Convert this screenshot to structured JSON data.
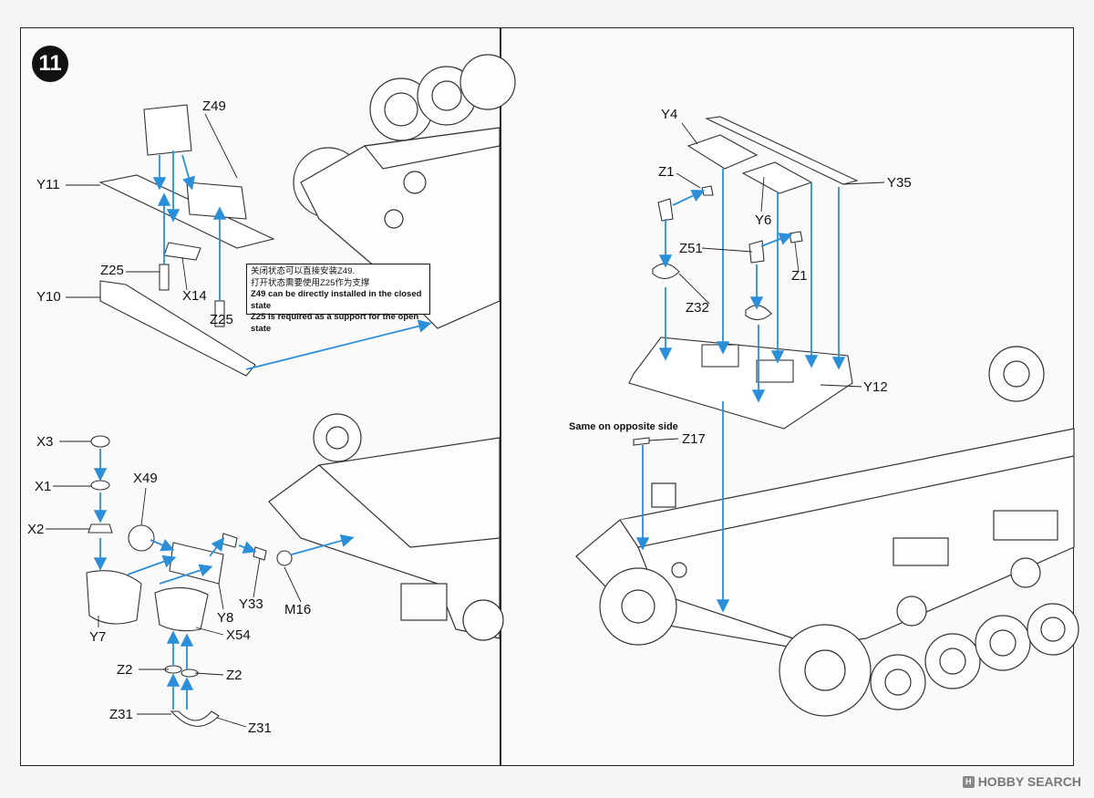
{
  "step": {
    "number": "11"
  },
  "note": {
    "line1": "关闭状态可以直接安装Z49.",
    "line2": "打开状态需要使用Z25作为支撑",
    "line3": "Z49 can be directly installed in the closed state",
    "line4": "Z25 is required as a support for the open state"
  },
  "right_note": "Same on opposite side",
  "part_labels": {
    "z49": "Z49",
    "y11": "Y11",
    "z25a": "Z25",
    "x14": "X14",
    "y10": "Y10",
    "z25b": "Z25",
    "x3": "X3",
    "x1": "X1",
    "x2": "X2",
    "x49": "X49",
    "y7": "Y7",
    "y8": "Y8",
    "y33": "Y33",
    "m16": "M16",
    "x54": "X54",
    "z2a": "Z2",
    "z2b": "Z2",
    "z31a": "Z31",
    "z31b": "Z31",
    "y4": "Y4",
    "z1a": "Z1",
    "y6": "Y6",
    "y35": "Y35",
    "z51": "Z51",
    "z1b": "Z1",
    "z32": "Z32",
    "y12": "Y12",
    "z17": "Z17"
  },
  "colors": {
    "arrow": "#2a8fd8",
    "line": "#222222",
    "paper": "#fafafa"
  },
  "watermark": {
    "text": "HOBBY SEARCH",
    "mark": "H"
  }
}
